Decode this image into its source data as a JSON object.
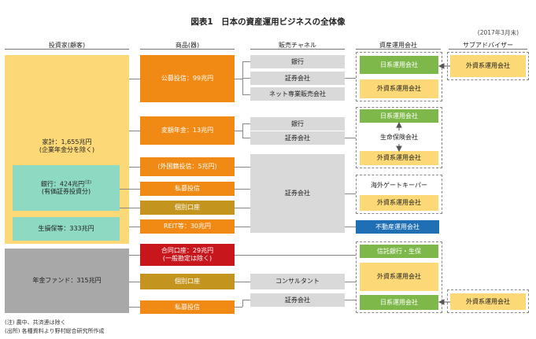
{
  "title": "図表1　日本の資産運用ビジネスの全体像",
  "date_note": "(2017年3月末)",
  "headers": {
    "investor": "投資家(顧客)",
    "product": "商品(器)",
    "channel": "販売チャネル",
    "manager": "資産運用会社",
    "subadvisor": "サブアドバイザー"
  },
  "investors": {
    "household_line1": "家計：1,655兆円",
    "household_line2": "(企業年金分を除く)",
    "bank_line1": "銀行：424兆円",
    "bank_sup": "(注)",
    "bank_line2": "(有価証券投資分)",
    "insurance": "生損保等：333兆円",
    "pension": "年金ファンド：315兆円"
  },
  "products": {
    "public_fund": "公募投信：99兆円",
    "annuity": "変額年金：13兆円",
    "foreign_fund": "(外国籍投信：5兆円)",
    "private_fund1": "私募投信",
    "separate1": "個別口座",
    "reit": "REIT等：30兆円",
    "joint_line1": "合同口座：29兆円",
    "joint_line2": "(一般勘定は除く)",
    "separate2": "個別口座",
    "private_fund2": "私募投信"
  },
  "channels": {
    "bank1": "銀行",
    "securities1": "証券会社",
    "online": "ネット専業販売会社",
    "bank2": "銀行",
    "securities2": "証券会社",
    "securities3": "証券会社",
    "consultant": "コンサルタント",
    "securities4": "証券会社"
  },
  "managers": {
    "japanese1": "日系運用会社",
    "foreign1": "外資系運用会社",
    "japanese2": "日系運用会社",
    "life": "生命保険会社",
    "foreign2": "外資系運用会社",
    "gatekeeper": "海外ゲートキーパー",
    "foreign3": "外資系運用会社",
    "realestate": "不動産運用会社",
    "trust": "信託銀行・生保",
    "foreign4": "外資系運用会社",
    "japanese3": "日系運用会社"
  },
  "subadvisors": {
    "foreign_top": "外資系運用会社",
    "foreign_bottom": "外資系運用会社"
  },
  "notes": {
    "note1": "(注) 農中、共済連は除く",
    "note2": "(出所) 各種資料より野村総合研究所作成"
  },
  "colors": {
    "household": "#fcd976",
    "bank": "#8ed9c2",
    "pension": "#a8a8a8",
    "product_orange": "#f08a14",
    "product_gold": "#c4951e",
    "product_red": "#c8161d",
    "manager_green": "#7fb84a",
    "manager_blue": "#1e6fb4",
    "channel_gray": "#d9d9d9"
  }
}
